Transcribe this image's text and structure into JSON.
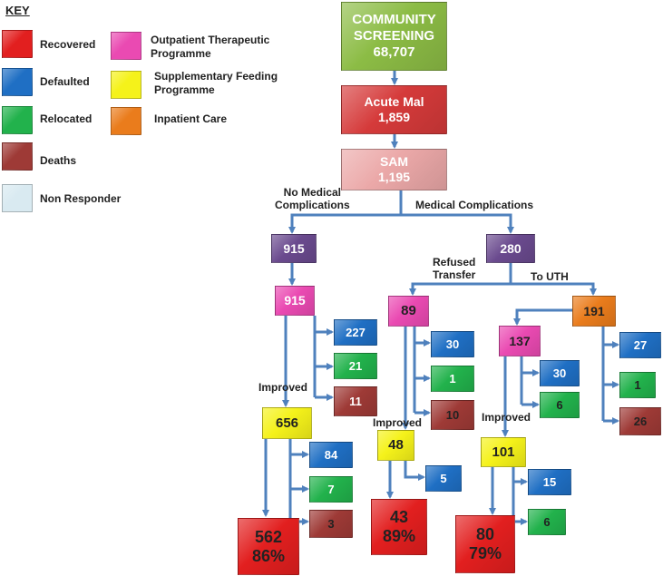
{
  "key": {
    "title": "KEY",
    "items": [
      {
        "id": "recovered",
        "label": "Recovered",
        "color": "#e21f1f"
      },
      {
        "id": "defaulted",
        "label": "Defaulted",
        "color": "#1f6fc4"
      },
      {
        "id": "relocated",
        "label": "Relocated",
        "color": "#22b24c"
      },
      {
        "id": "deaths",
        "label": "Deaths",
        "color": "#9e3a36"
      },
      {
        "id": "nonresponder",
        "label": "Non Responder",
        "color": "#d9eaf1"
      },
      {
        "id": "otp",
        "label": "Outpatient Therapeutic Programme",
        "color": "#ea4ab2"
      },
      {
        "id": "sfp",
        "label": "Supplementary Feeding  Programme",
        "color": "#f5f21a"
      },
      {
        "id": "inpatient",
        "label": "Inpatient Care",
        "color": "#ea7c1c"
      }
    ]
  },
  "colors": {
    "screening": "#8cbc45",
    "acutemal": "#d53a3a",
    "sam": "#eba8a8",
    "purple": "#6a4a8e",
    "otp": "#ea4ab2",
    "sfp": "#f5f21a",
    "inpatient": "#ea7c1c",
    "recovered": "#e21f1f",
    "defaulted": "#1f6fc4",
    "relocated": "#22b24c",
    "deaths": "#9e3a36",
    "arrow": "#4f81bd"
  },
  "nodes": {
    "screening": {
      "line1": "COMMUNITY",
      "line2": "SCREENING",
      "value": "68,707"
    },
    "acutemal": {
      "label": "Acute Mal",
      "value": "1,859"
    },
    "sam": {
      "label": "SAM",
      "value": "1,195"
    },
    "nomed_total": "915",
    "med_total": "280",
    "otp_main": "915",
    "otp_main_defaulted": "227",
    "otp_main_relocated": "21",
    "otp_main_deaths": "11",
    "sfp_main": "656",
    "sfp_main_defaulted": "84",
    "sfp_main_relocated": "7",
    "sfp_main_deaths": "3",
    "rec_main": {
      "count": "562",
      "pct": "86%"
    },
    "otp_refused": "89",
    "otp_refused_defaulted": "30",
    "otp_refused_relocated": "1",
    "otp_refused_deaths": "10",
    "sfp_refused": "48",
    "sfp_refused_defaulted": "5",
    "rec_refused": {
      "count": "43",
      "pct": "89%"
    },
    "inpatient": "191",
    "otp_uth": "137",
    "otp_uth_defaulted": "30",
    "otp_uth_relocated": "6",
    "sfp_uth": "101",
    "sfp_uth_defaulted": "15",
    "sfp_uth_relocated": "6",
    "rec_uth": {
      "count": "80",
      "pct": "79%"
    },
    "inpatient_defaulted": "27",
    "inpatient_relocated": "1",
    "inpatient_deaths": "26"
  },
  "labels": {
    "no_medical": "No Medical\nComplications",
    "medical": "Medical Complications",
    "refused_transfer": "Refused\nTransfer",
    "to_uth": "To UTH",
    "improved": "Improved"
  }
}
